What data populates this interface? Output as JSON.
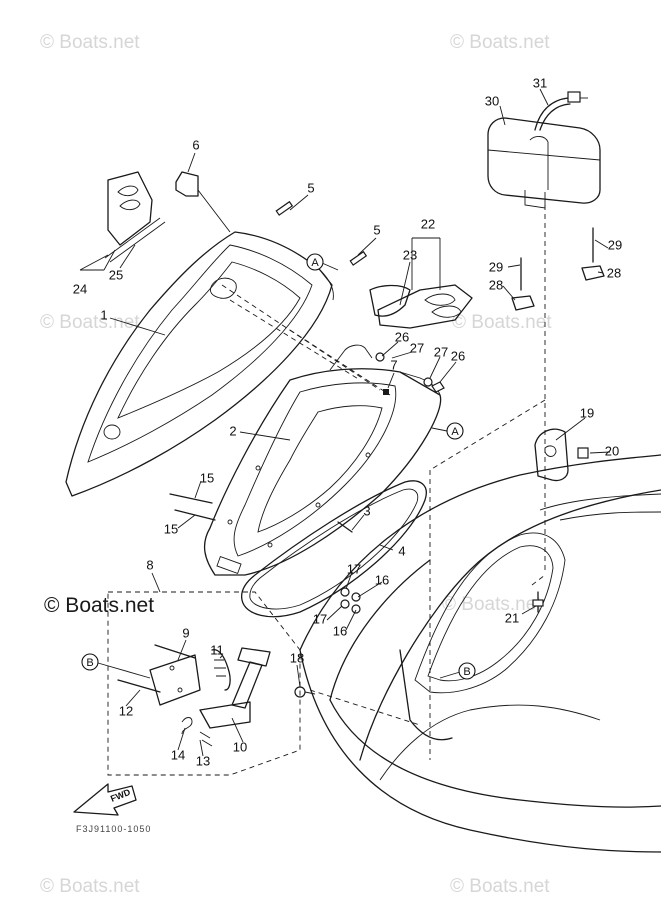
{
  "watermarks": {
    "top_left": "© Boats.net",
    "top_right": "© Boats.net",
    "mid_left": "© Boats.net",
    "mid_right": "© Boats.net",
    "mid_center": "© Boats.net",
    "big_left": "© Boats.net",
    "bottom_left": "© Boats.net",
    "bottom_right": "© Boats.net"
  },
  "diagram_code": "F3J91100-1050",
  "fwd_arrow_label": "FWD",
  "ref_markers": {
    "a": "A",
    "b": "B"
  },
  "callouts": [
    "1",
    "2",
    "3",
    "4",
    "5",
    "5",
    "6",
    "7",
    "8",
    "9",
    "10",
    "11",
    "12",
    "13",
    "14",
    "15",
    "15",
    "16",
    "16",
    "17",
    "17",
    "18",
    "19",
    "20",
    "21",
    "22",
    "23",
    "24",
    "25",
    "26",
    "26",
    "27",
    "27",
    "28",
    "28",
    "29",
    "29",
    "30",
    "31"
  ]
}
